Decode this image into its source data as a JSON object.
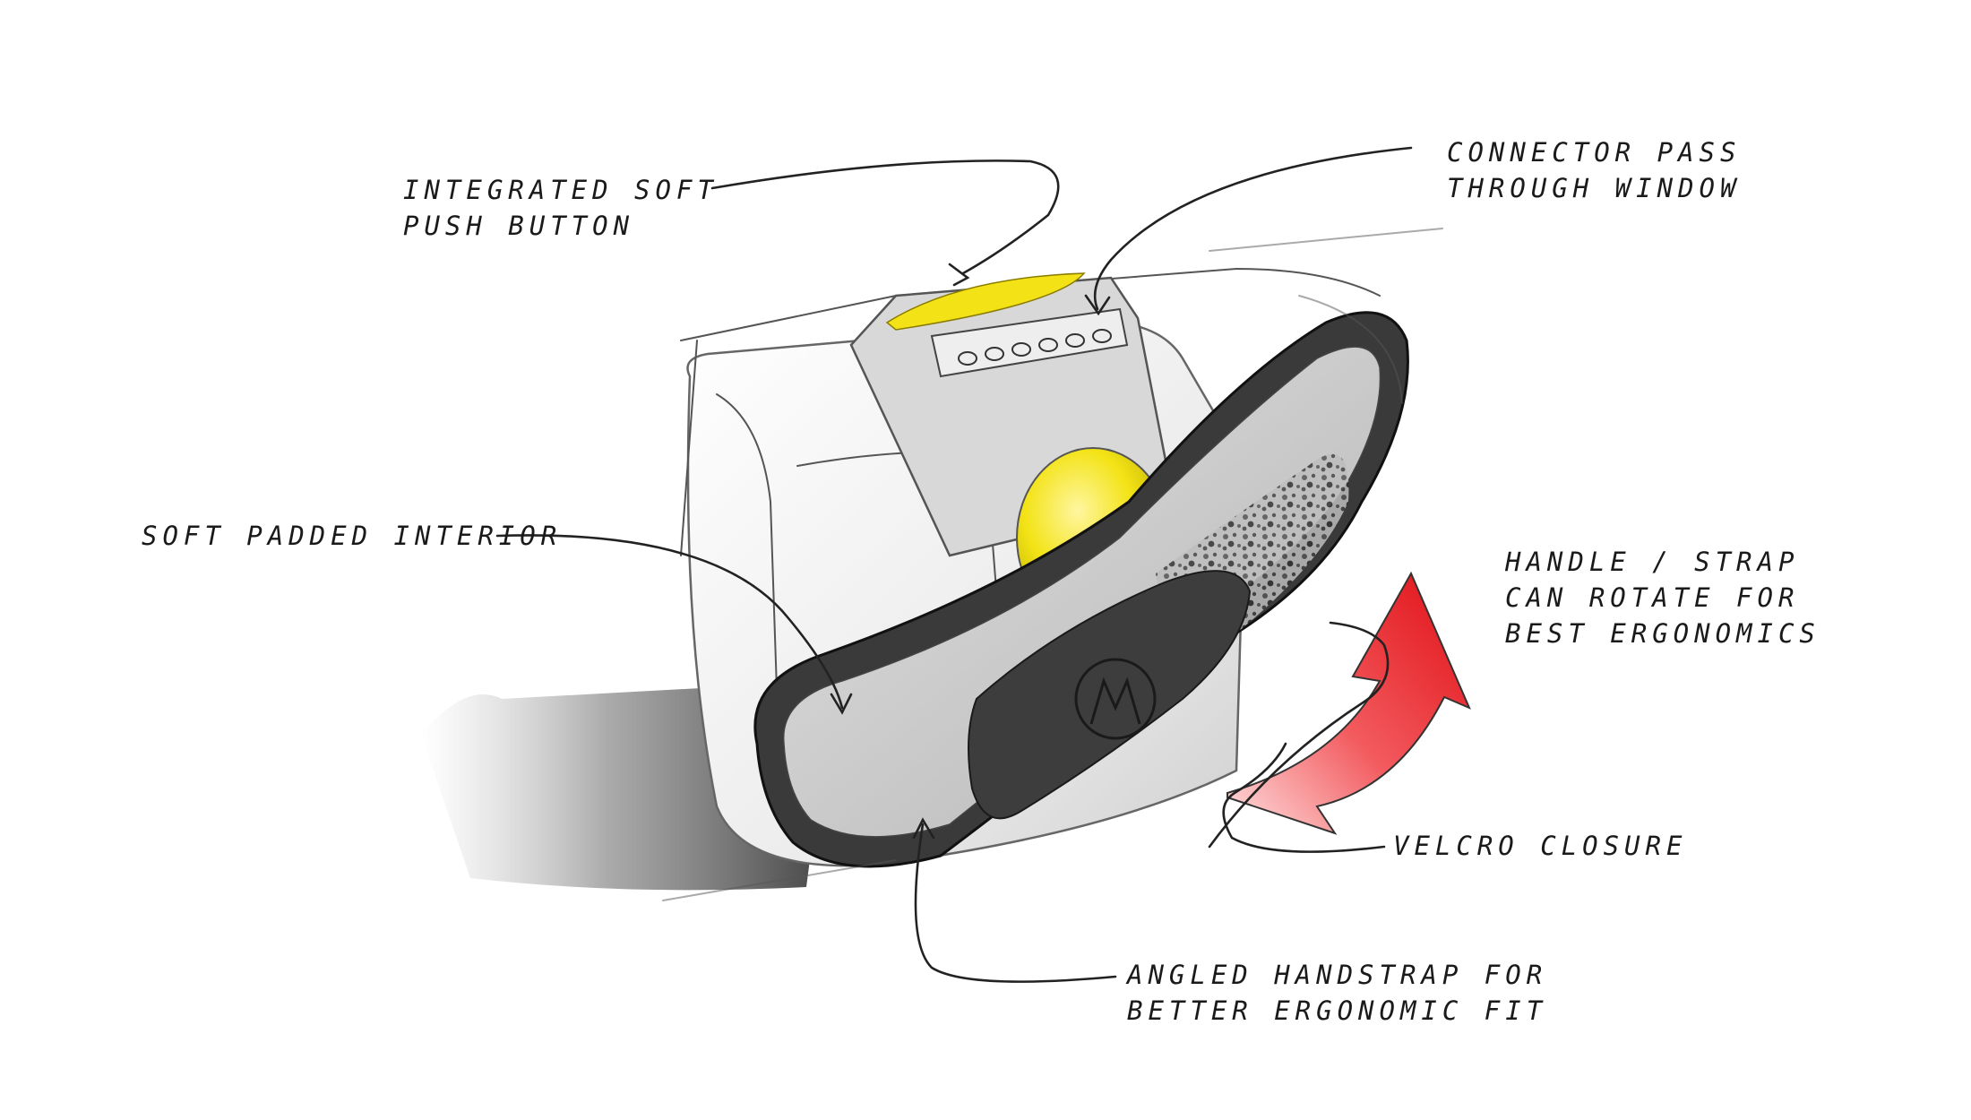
{
  "annotations": {
    "push_button": {
      "line1": "INTEGRATED SOFT",
      "line2": "PUSH BUTTON"
    },
    "connector_window": {
      "line1": "CONNECTOR PASS",
      "line2": "THROUGH WINDOW"
    },
    "padded_interior": {
      "line1": "SOFT PADDED INTERIOR"
    },
    "handle_rotate": {
      "line1": "HANDLE / STRAP",
      "line2": "CAN ROTATE FOR",
      "line3": "BEST ERGONOMICS"
    },
    "velcro": {
      "line1": "VELCRO CLOSURE"
    },
    "handstrap": {
      "line1": "ANGLED HANDSTRAP FOR",
      "line2": "BETTER ERGONOMIC FIT"
    }
  },
  "colors": {
    "accent_yellow": "#f2e21a",
    "arrow_red": "#e8141a",
    "strap_dark": "#3a3a3a",
    "strap_light": "#c9c9c9",
    "body_white": "#f4f4f4"
  },
  "icons": {
    "logo": "motorola-logo-icon",
    "rotate_arrow": "curved-double-arrow-icon"
  }
}
